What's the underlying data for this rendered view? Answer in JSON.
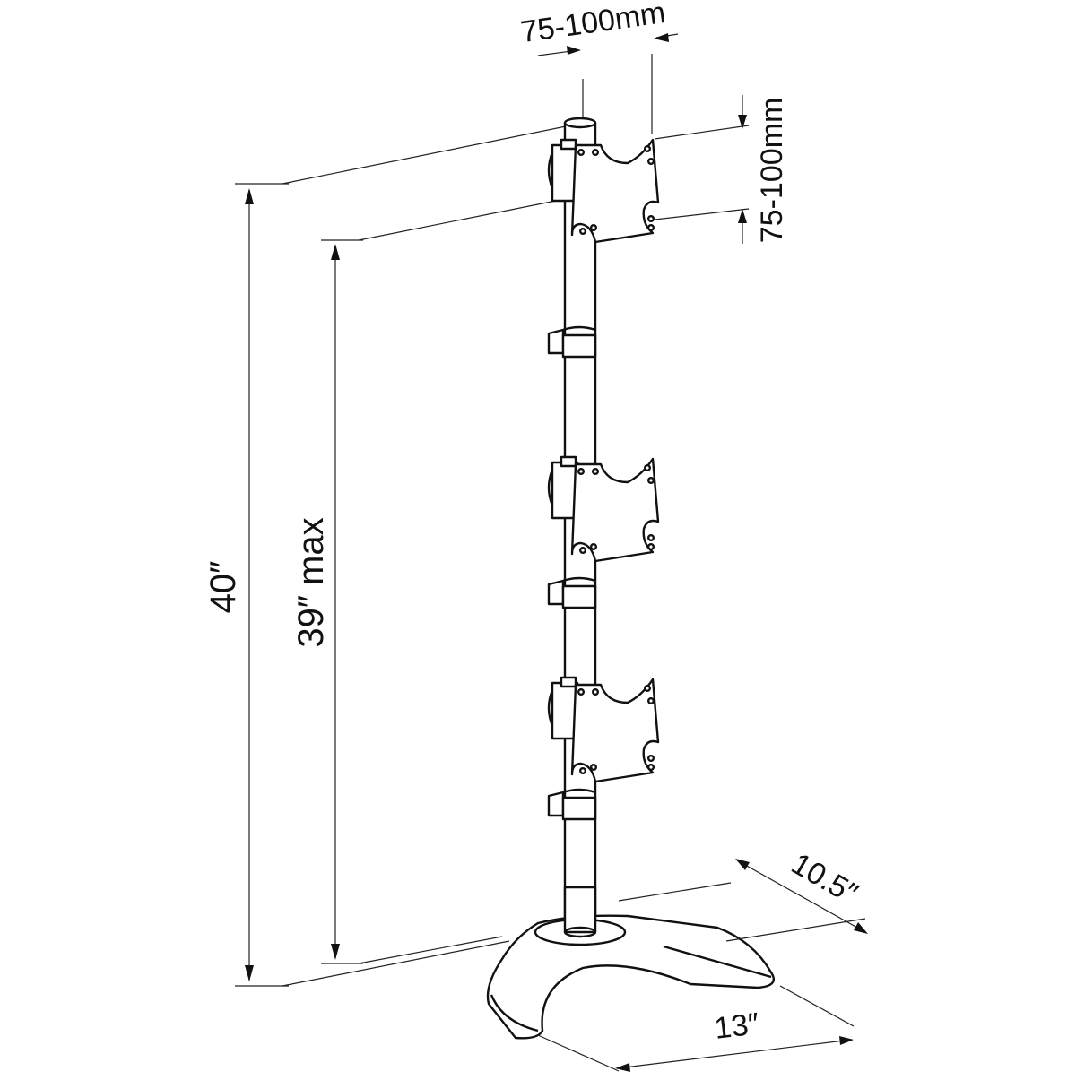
{
  "dimensions": {
    "vesa_horizontal": "75-100mm",
    "vesa_vertical": "75-100mm",
    "overall_height": "40″",
    "max_mount_height": "39″ max",
    "base_depth": "10.5″",
    "base_width": "13″"
  },
  "colors": {
    "line": "#111111",
    "background": "#ffffff"
  }
}
